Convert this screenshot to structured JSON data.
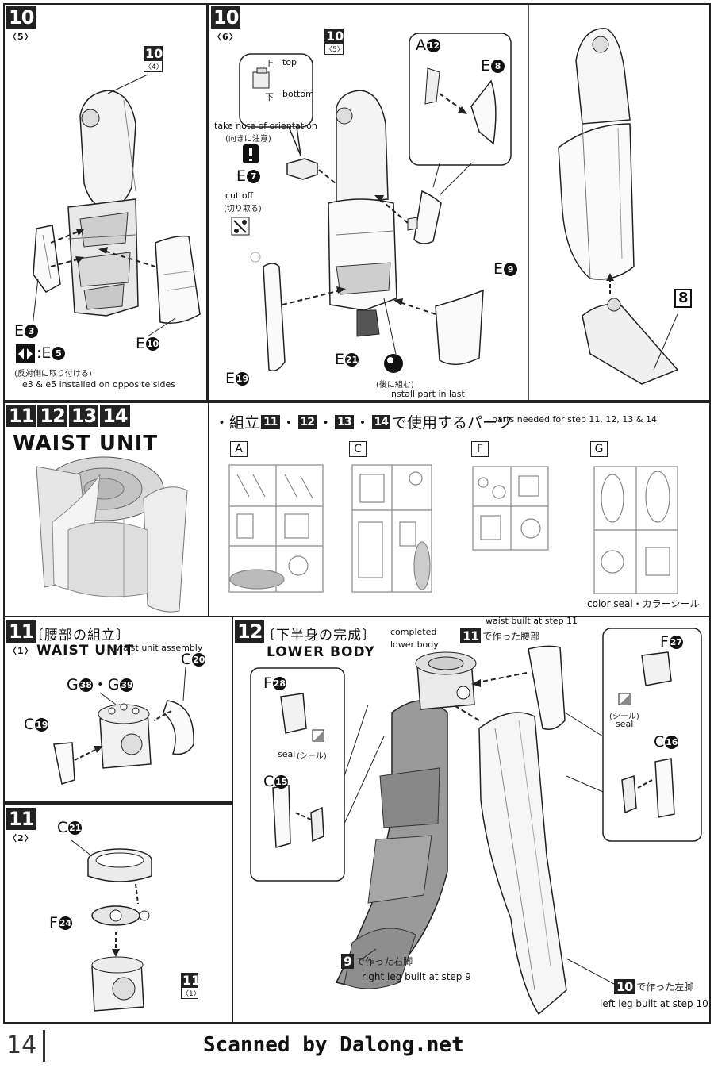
{
  "step10_5": {
    "step_no": "10",
    "sub": "〈5〉",
    "ref_step": "10",
    "ref_sub": "〈4〉",
    "parts": {
      "e3": "E",
      "e3_num": "3",
      "e5": ":E",
      "e5_num": "5",
      "e10": "E",
      "e10_num": "10"
    },
    "jp_note": "(反対側に取り付ける)",
    "en_note": "e3 & e5 installed on opposite sides"
  },
  "step10_6": {
    "step_no": "10",
    "sub": "〈6〉",
    "ref_step": "10",
    "ref_sub": "〈5〉",
    "top_jp": "上",
    "top_en": "top",
    "bottom_jp": "下",
    "bottom_en": "bottom",
    "orient_en": "take note of orientation",
    "orient_jp": "(向きに注意)",
    "cut_en": "cut off",
    "cut_jp": "(切り取る)",
    "parts": {
      "a12": "A",
      "a12_num": "12",
      "e8": "E",
      "e8_num": "8",
      "e7": "E",
      "e7_num": "7",
      "e9": "E",
      "e9_num": "9",
      "e21": "E",
      "e21_num": "21",
      "e19": "E",
      "e19_num": "19"
    },
    "last_jp": "(後に組む)",
    "last_en": "install part in last",
    "ref8": "8"
  },
  "parts_section": {
    "steps": [
      "11",
      "12",
      "13",
      "14"
    ],
    "title": "WAIST UNIT",
    "header_jp": "・組立",
    "header_nums": [
      "11",
      "12",
      "13",
      "14"
    ],
    "header_tail": "で使用するパーツ",
    "header_en": "parts needed for step 11, 12, 13 & 14",
    "sprues": [
      "A",
      "C",
      "F",
      "G"
    ],
    "seal_note": "color seal・カラーシール"
  },
  "step11_1": {
    "step_no": "11",
    "sub": "〈1〉",
    "title_jp": "〔腰部の組立〕",
    "title_en": "WAIST UNIT",
    "title_note": "waist unit assembly",
    "parts": {
      "g38": "G",
      "g38_num": "38",
      "sep": "・",
      "g39": "G",
      "g39_num": "39",
      "c20": "C",
      "c20_num": "20",
      "c19": "C",
      "c19_num": "19"
    }
  },
  "step11_2": {
    "step_no": "11",
    "sub": "〈2〉",
    "parts": {
      "c21": "C",
      "c21_num": "21",
      "f24": "F",
      "f24_num": "24"
    },
    "ref_step": "11",
    "ref_sub": "〈1〉"
  },
  "step12": {
    "step_no": "12",
    "title_jp": "〔下半身の完成〕",
    "title_en": "LOWER BODY",
    "completed_note_1": "completed",
    "completed_note_2": "lower body",
    "waist_note": "waist built at step 11",
    "waist_ref": "11",
    "waist_jp": "で作った腰部",
    "parts": {
      "f28": "F",
      "f28_num": "28",
      "c15": "C",
      "c15_num": "15",
      "f27": "F",
      "f27_num": "27",
      "c16": "C",
      "c16_num": "16"
    },
    "seal_en": "seal",
    "seal_jp": "(シール)",
    "seal_en_2": "seal",
    "seal_jp_2": "(シール)",
    "right_ref": "9",
    "right_jp": "で作った右脚",
    "right_en": "right leg built at step 9",
    "left_ref": "10",
    "left_jp": "で作った左脚",
    "left_en": "left leg built at step 10"
  },
  "footer": {
    "page_no": "14",
    "credit": "Scanned by Dalong.net"
  }
}
